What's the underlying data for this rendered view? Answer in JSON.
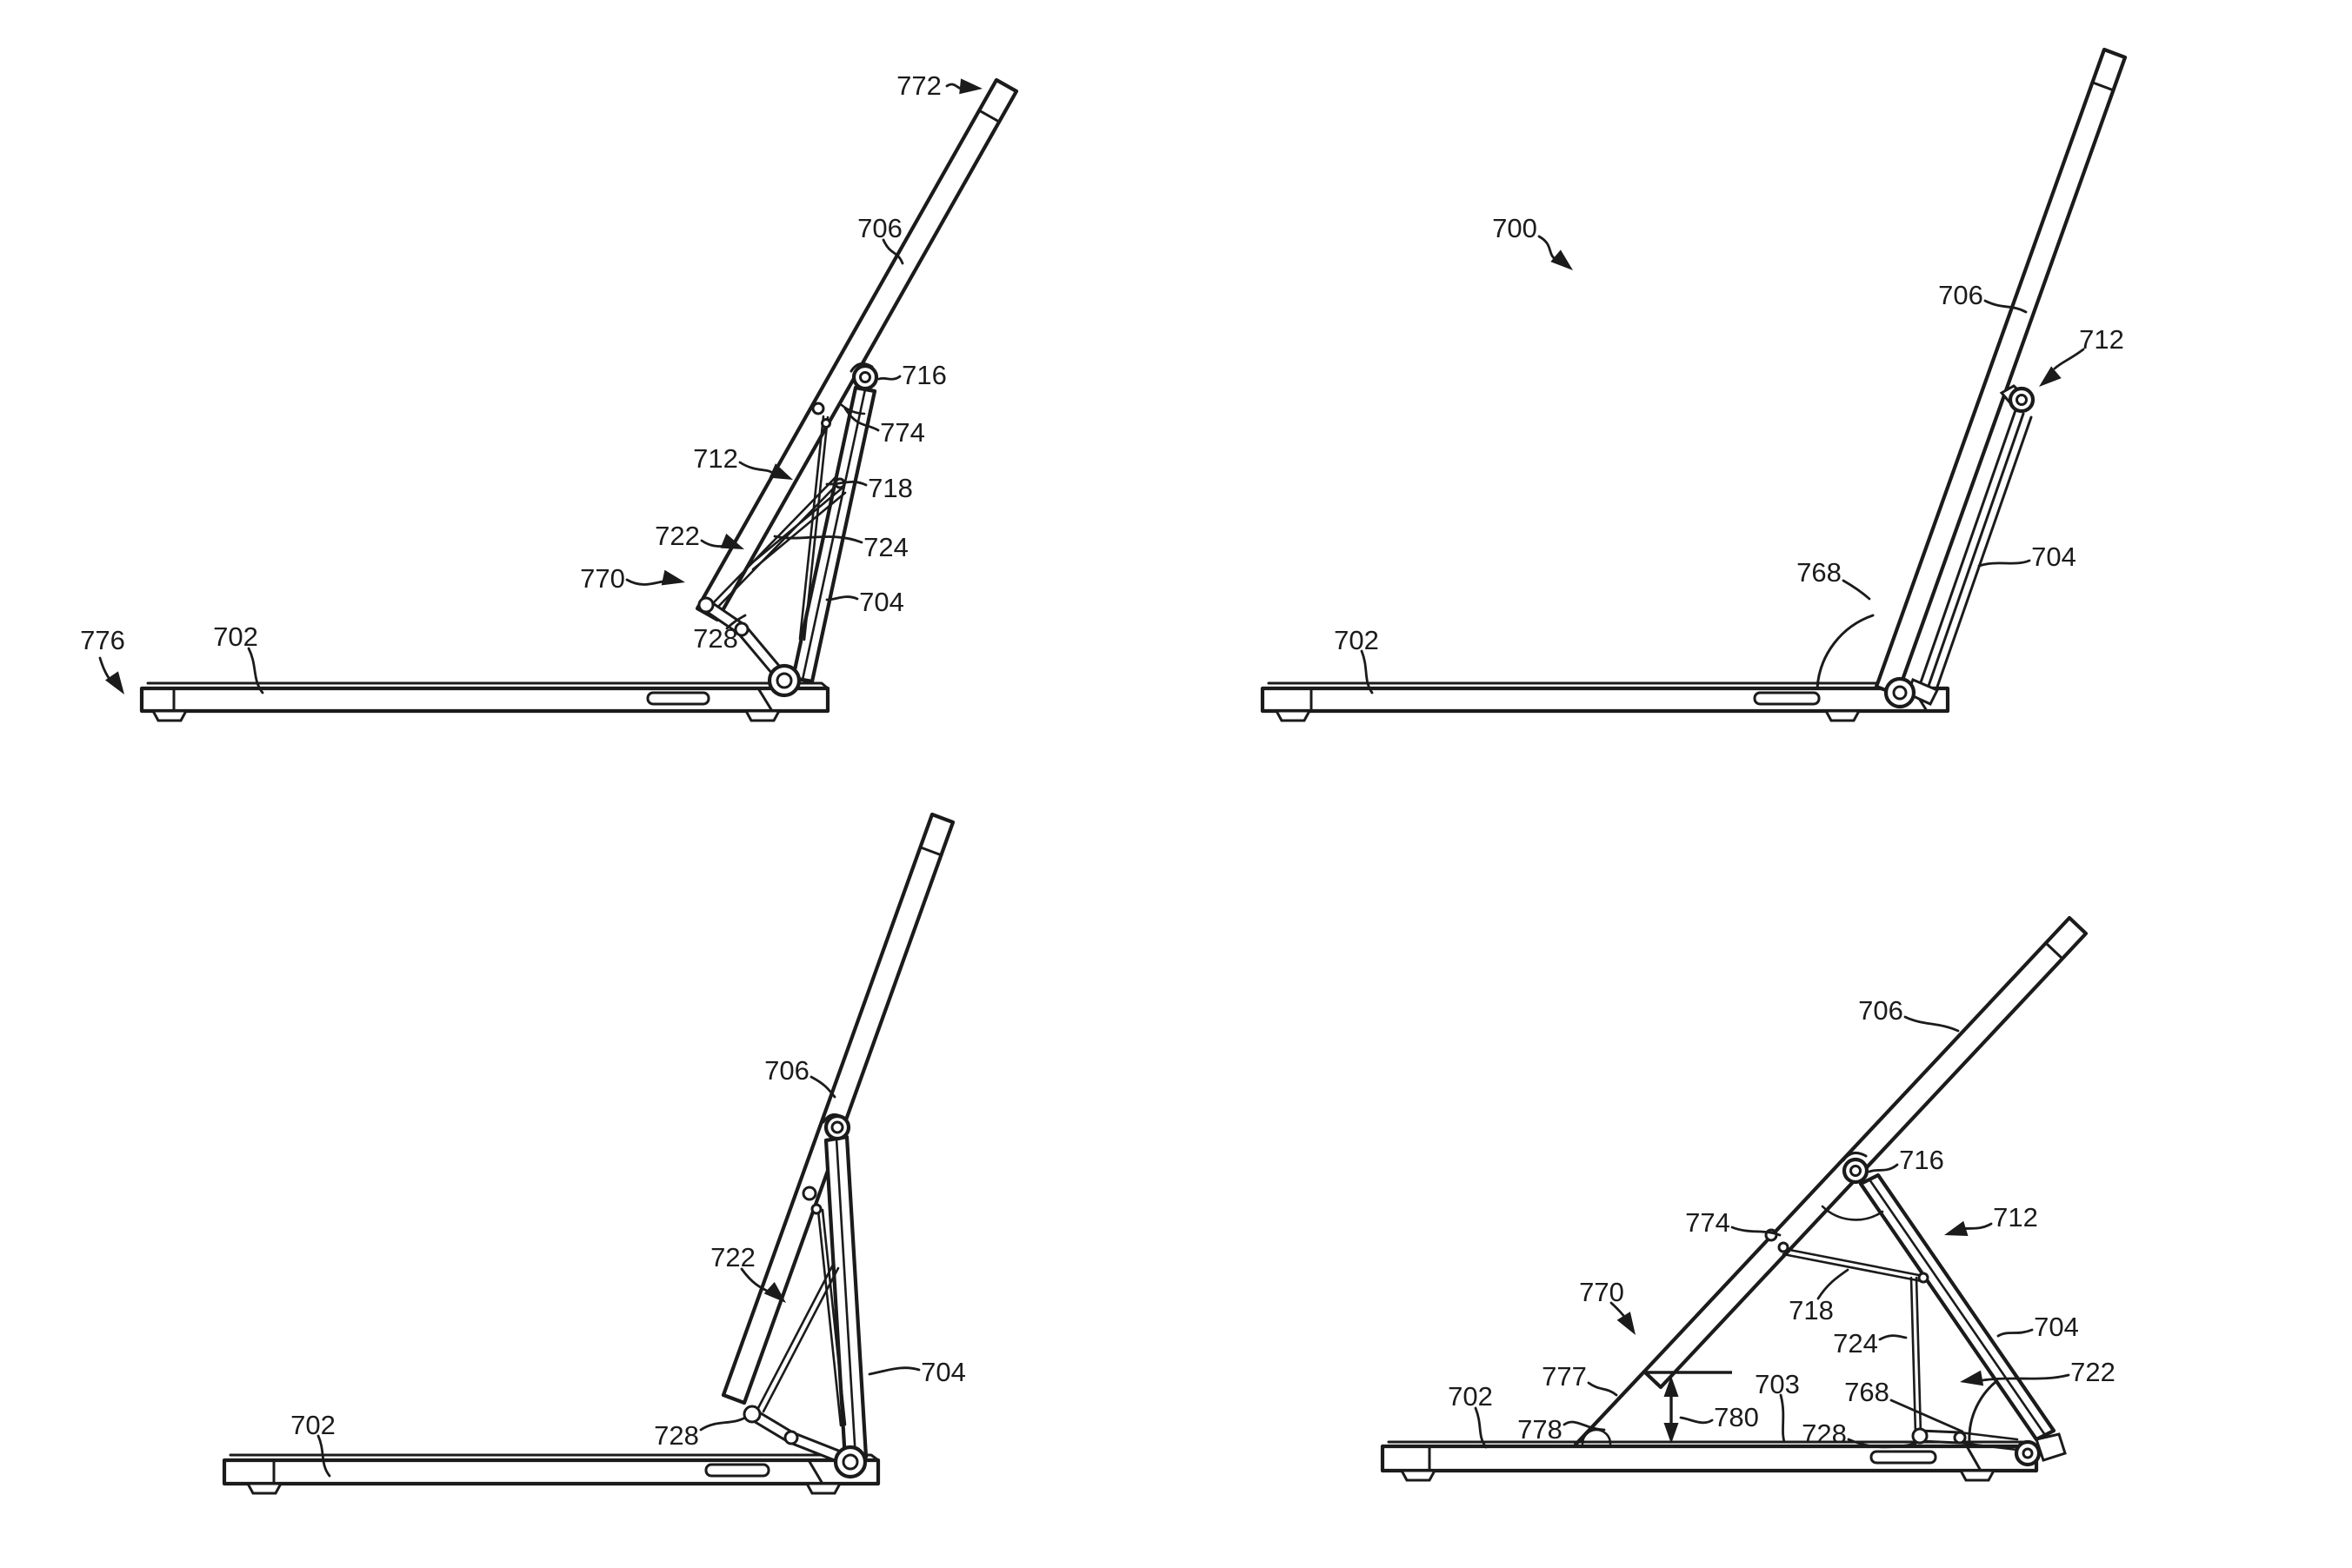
{
  "canvas": {
    "ink_color": "#1b1b1b",
    "background_color": "#ffffff"
  },
  "figure": {
    "kind": "patent line drawing - four side views of a tablet device with keyboard base and kickstand hinge mechanism",
    "views": [
      {
        "id": "top-left",
        "reference_labels": [
          "772",
          "706",
          "716",
          "774",
          "712",
          "718",
          "722",
          "724",
          "770",
          "728",
          "704",
          "776",
          "702"
        ]
      },
      {
        "id": "top-right",
        "reference_labels": [
          "700",
          "706",
          "712",
          "768",
          "704",
          "702"
        ]
      },
      {
        "id": "bottom-left",
        "reference_labels": [
          "706",
          "722",
          "704",
          "728",
          "702"
        ]
      },
      {
        "id": "bottom-right",
        "reference_labels": [
          "706",
          "716",
          "774",
          "712",
          "770",
          "718",
          "724",
          "704",
          "777",
          "722",
          "778",
          "780",
          "703",
          "768",
          "728",
          "702"
        ]
      }
    ]
  }
}
